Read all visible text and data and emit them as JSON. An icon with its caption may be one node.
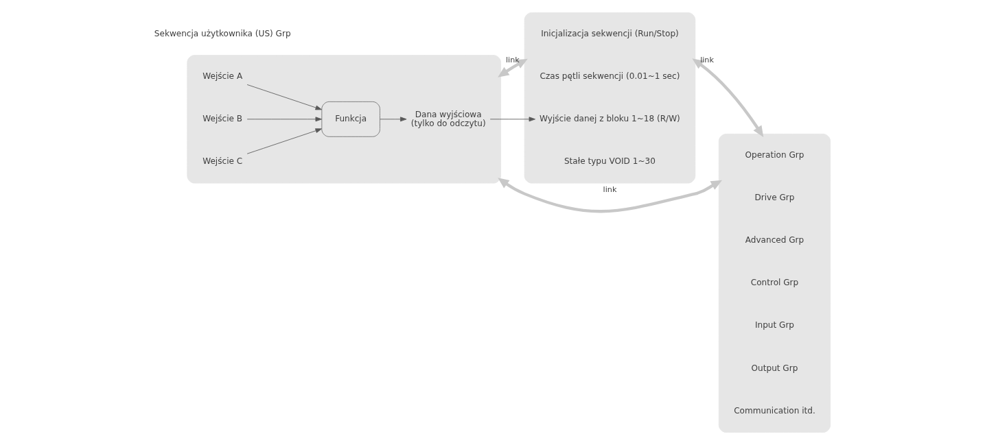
{
  "diagram": {
    "nodes": [
      {
        "text": [],
        "shape": "box"
      },
      {
        "text": [
          "Wejście A"
        ],
        "in": 0
      },
      {
        "text": [
          "Wejście B"
        ],
        "in": 0
      },
      {
        "text": [
          "Wejście C"
        ],
        "in": 0
      },
      {
        "text": [
          "Funkcja"
        ],
        "in": 0
      },
      {
        "text": [
          "Dana wyjściowa",
          "(tylko do odczytu)"
        ],
        "in": 0
      },
      {
        "text": [],
        "shape": "box"
      },
      {
        "text": [
          "Inicjalizacja sekwencji (Run/Stop)"
        ],
        "in": 6
      },
      {
        "text": [
          "Czas pętli sekwencji (0.01~1 sec)"
        ],
        "in": 6
      },
      {
        "text": [
          "Wyjście danej z bloku 1~18 (R/W)"
        ],
        "in": 6
      },
      {
        "text": [
          "Stałe typu VOID 1~30"
        ],
        "in": 6
      },
      {
        "text": [],
        "shape": "box"
      },
      {
        "text": [
          "Operation Grp"
        ],
        "in": 11
      },
      {
        "text": [
          "Drive Grp"
        ],
        "in": 11
      },
      {
        "text": [
          "Advanced Grp"
        ],
        "in": 11
      },
      {
        "text": [
          "Control Grp"
        ],
        "in": 11
      },
      {
        "text": [
          "Input Grp"
        ],
        "in": 11
      },
      {
        "text": [
          "Output Grp"
        ],
        "in": 11
      },
      {
        "text": [
          "Communication itd."
        ],
        "in": 11
      }
    ],
    "edges": [
      {
        "from": 1,
        "to": 4,
        "arrow": "to"
      },
      {
        "from": 2,
        "to": 4,
        "arrow": "to"
      },
      {
        "from": 3,
        "to": 4,
        "arrow": "to"
      },
      {
        "from": 4,
        "to": 5,
        "arrow": "to"
      },
      {
        "from": 5,
        "to": 9,
        "arrow": "to"
      },
      {
        "from": 0,
        "to": 11,
        "arrow": "both",
        "label": "link",
        "style": "thick",
        "color": "#c8c8c8"
      },
      {
        "from": 0,
        "to": 6,
        "arrow": "both",
        "label": "link",
        "style": "thick",
        "color": "#c8c8c8"
      },
      {
        "from": 6,
        "to": 11,
        "arrow": "both",
        "label": "link",
        "style": "thick",
        "color": "#c8c8c8"
      }
    ],
    "labels": [
      "Sekwencja użytkownika (US) Grp"
    ]
  }
}
